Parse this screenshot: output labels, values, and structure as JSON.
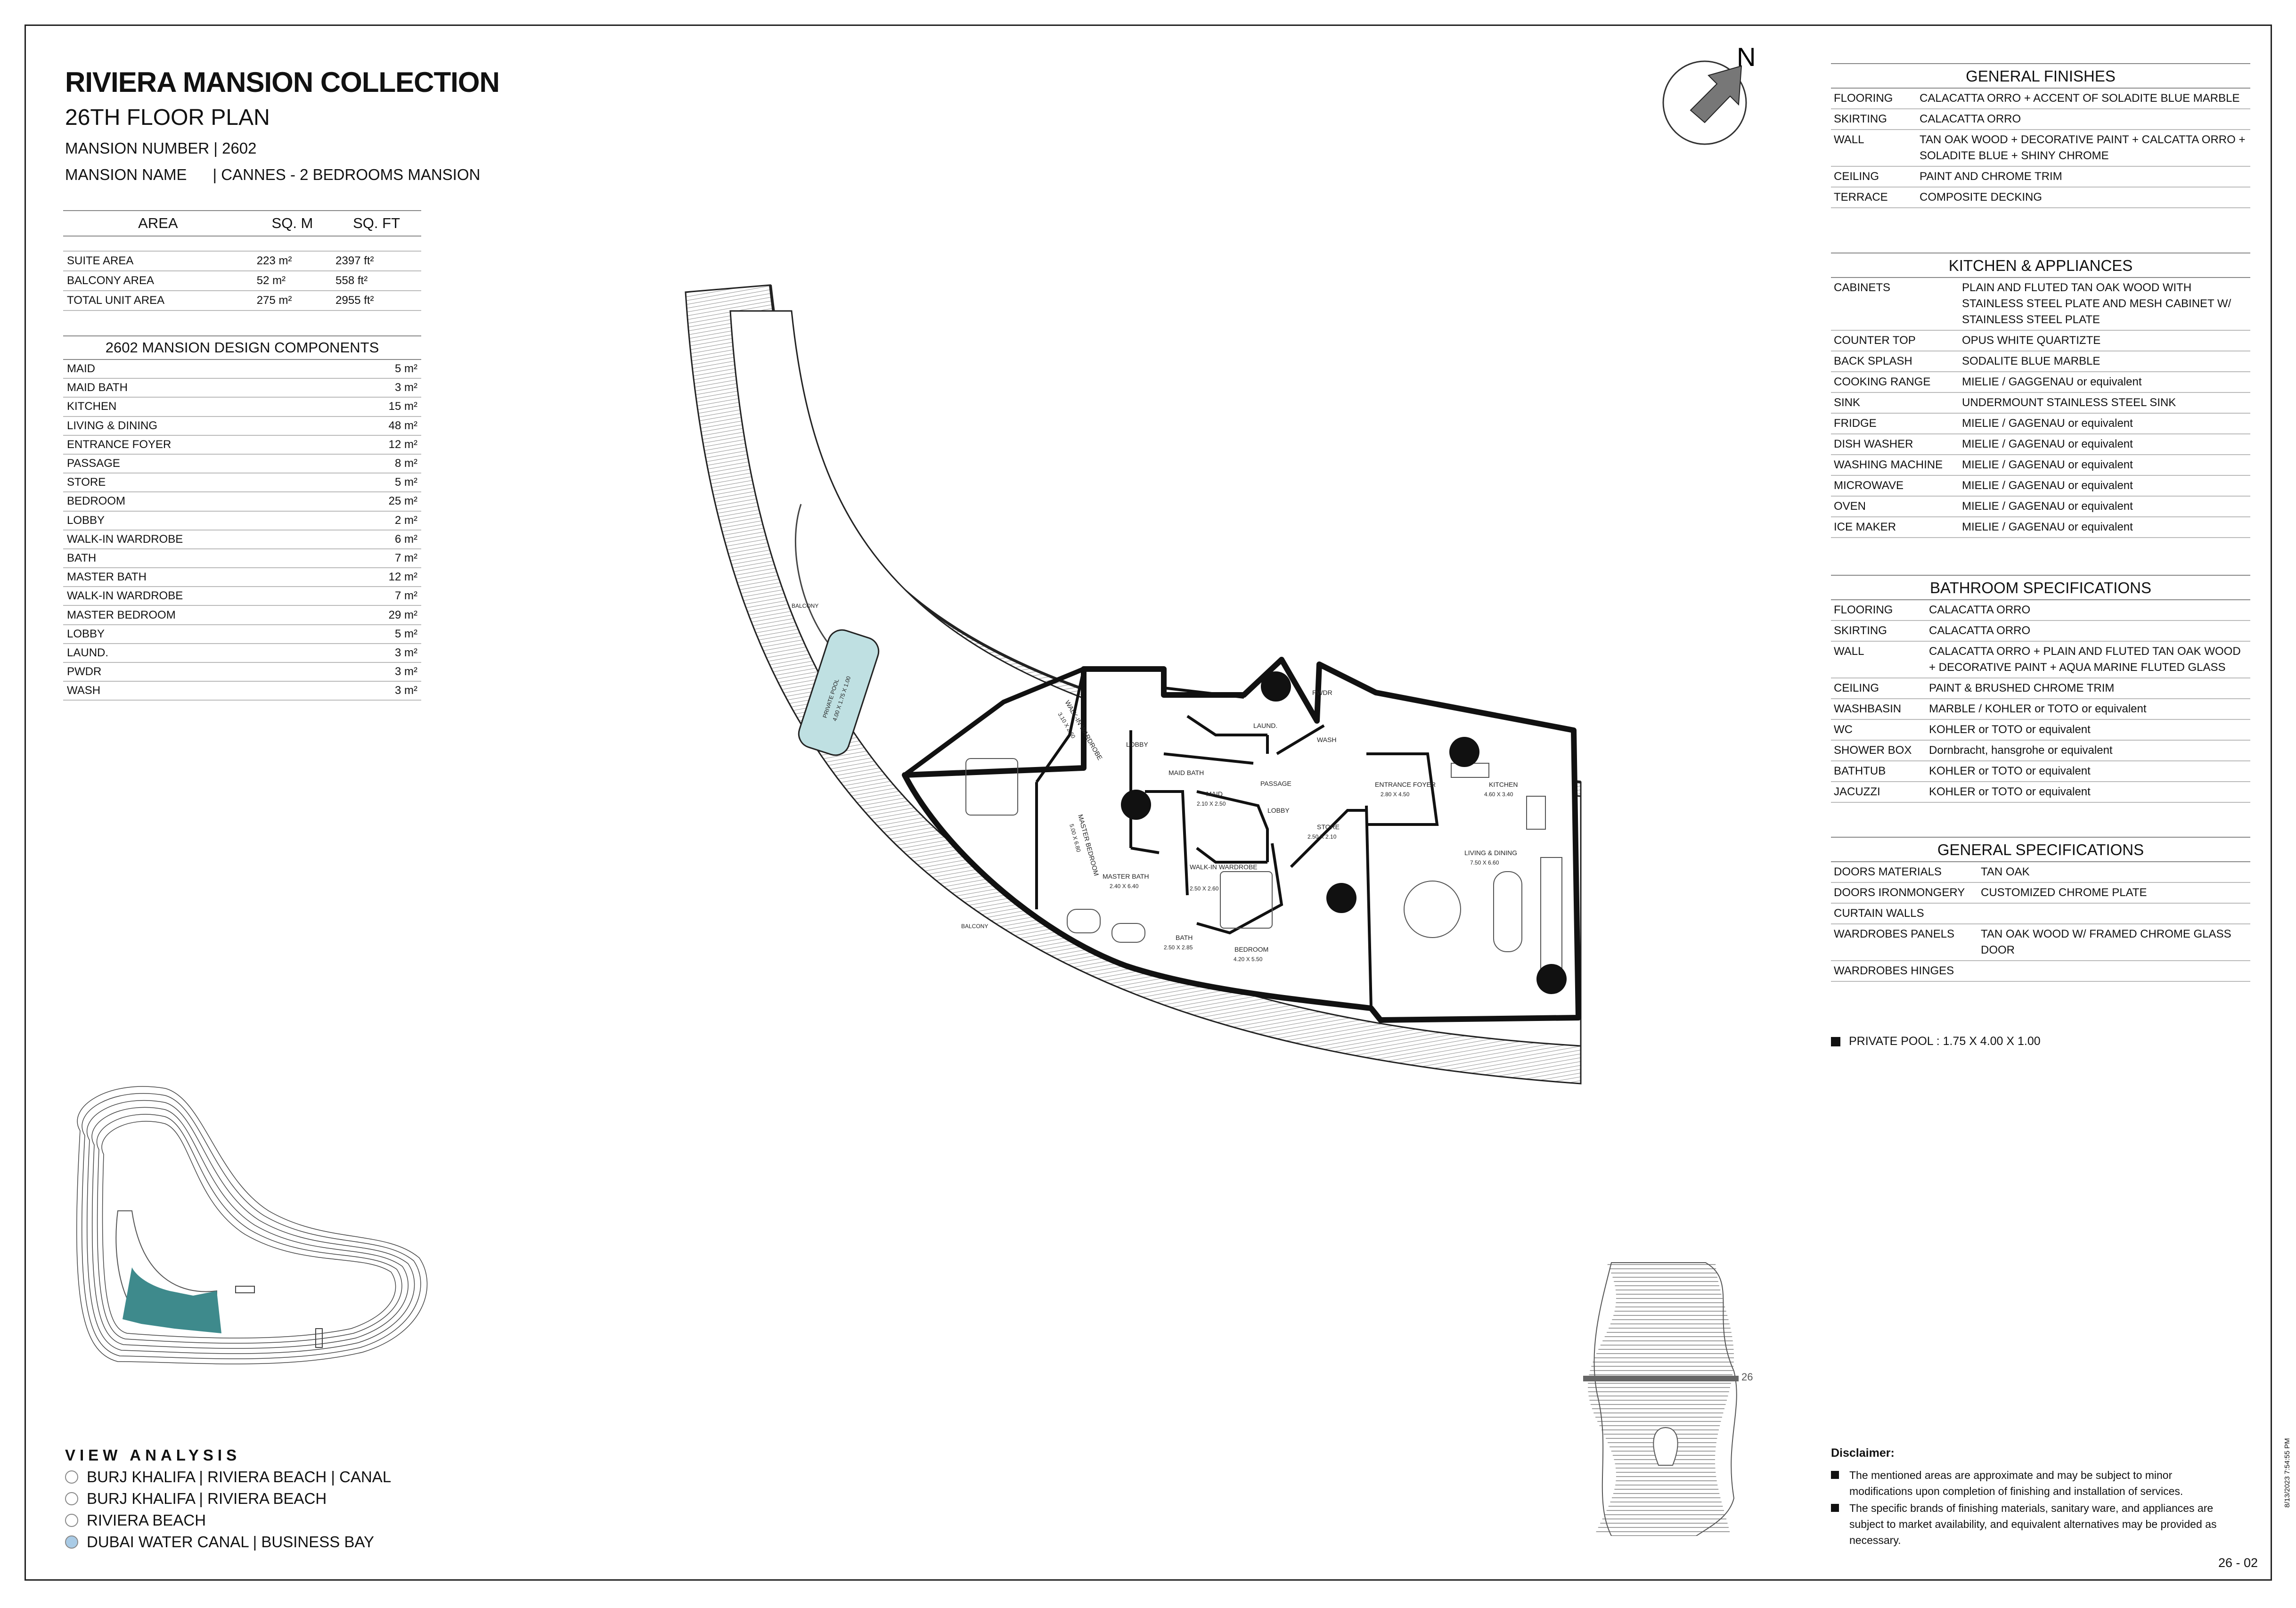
{
  "header": {
    "title": "RIVIERA MANSION COLLECTION",
    "floor": "26TH FLOOR PLAN",
    "mansion_number": "MANSION NUMBER | 2602",
    "mansion_name": "MANSION NAME      | CANNES - 2 BEDROOMS MANSION"
  },
  "area_table": {
    "headers": [
      "AREA",
      "SQ. M",
      "SQ. FT"
    ],
    "rows": [
      {
        "label": "SUITE AREA",
        "sqm": "223 m²",
        "sqft": "2397 ft²"
      },
      {
        "label": "BALCONY AREA",
        "sqm": "52 m²",
        "sqft": "558 ft²"
      },
      {
        "label": "TOTAL UNIT AREA",
        "sqm": "275 m²",
        "sqft": "2955 ft²"
      }
    ]
  },
  "components": {
    "title": "2602 MANSION DESIGN COMPONENTS",
    "rows": [
      {
        "label": "MAID",
        "value": "5 m²"
      },
      {
        "label": "MAID BATH",
        "value": "3 m²"
      },
      {
        "label": "KITCHEN",
        "value": "15 m²"
      },
      {
        "label": "LIVING & DINING",
        "value": "48 m²"
      },
      {
        "label": "ENTRANCE FOYER",
        "value": "12 m²"
      },
      {
        "label": "PASSAGE",
        "value": "8 m²"
      },
      {
        "label": "STORE",
        "value": "5 m²"
      },
      {
        "label": "BEDROOM",
        "value": "25 m²"
      },
      {
        "label": "LOBBY",
        "value": "2 m²"
      },
      {
        "label": "WALK-IN WARDROBE",
        "value": "6 m²"
      },
      {
        "label": "BATH",
        "value": "7 m²"
      },
      {
        "label": "MASTER BATH",
        "value": "12 m²"
      },
      {
        "label": "WALK-IN WARDROBE",
        "value": "7 m²"
      },
      {
        "label": "MASTER BEDROOM",
        "value": "29 m²"
      },
      {
        "label": "LOBBY",
        "value": "5 m²"
      },
      {
        "label": "LAUND.",
        "value": "3 m²"
      },
      {
        "label": "PWDR",
        "value": "3 m²"
      },
      {
        "label": "WASH",
        "value": "3 m²"
      }
    ]
  },
  "general_finishes": {
    "title": "GENERAL FINISHES",
    "rows": [
      {
        "k": "FLOORING",
        "v": "CALACATTA ORRO + ACCENT OF SOLADITE BLUE MARBLE"
      },
      {
        "k": "SKIRTING",
        "v": "CALACATTA ORRO"
      },
      {
        "k": "WALL",
        "v": "TAN OAK WOOD + DECORATIVE PAINT + CALCATTA ORRO + SOLADITE BLUE + SHINY CHROME"
      },
      {
        "k": "CEILING",
        "v": "PAINT AND CHROME TRIM"
      },
      {
        "k": "TERRACE",
        "v": "COMPOSITE DECKING"
      }
    ]
  },
  "kitchen": {
    "title": "KITCHEN & APPLIANCES",
    "rows": [
      {
        "k": "CABINETS",
        "v": "PLAIN AND FLUTED TAN OAK WOOD WITH STAINLESS STEEL PLATE AND MESH CABINET W/ STAINLESS STEEL PLATE"
      },
      {
        "k": "COUNTER TOP",
        "v": "OPUS WHITE QUARTIZTE"
      },
      {
        "k": "BACK SPLASH",
        "v": "SODALITE BLUE MARBLE"
      },
      {
        "k": "COOKING RANGE",
        "v": "MIELIE / GAGGENAU or equivalent"
      },
      {
        "k": "SINK",
        "v": "UNDERMOUNT STAINLESS STEEL SINK"
      },
      {
        "k": "FRIDGE",
        "v": "MIELIE / GAGENAU or equivalent"
      },
      {
        "k": "DISH WASHER",
        "v": "MIELIE / GAGENAU or equivalent"
      },
      {
        "k": "WASHING MACHINE",
        "v": "MIELIE / GAGENAU or equivalent"
      },
      {
        "k": "MICROWAVE",
        "v": "MIELIE / GAGENAU or equivalent"
      },
      {
        "k": "OVEN",
        "v": "MIELIE / GAGENAU or equivalent"
      },
      {
        "k": "ICE MAKER",
        "v": "MIELIE / GAGENAU or equivalent"
      }
    ]
  },
  "bathroom": {
    "title": "BATHROOM SPECIFICATIONS",
    "rows": [
      {
        "k": "FLOORING",
        "v": "CALACATTA ORRO"
      },
      {
        "k": "SKIRTING",
        "v": "CALACATTA ORRO"
      },
      {
        "k": "WALL",
        "v": "CALACATTA ORRO + PLAIN AND FLUTED TAN OAK WOOD + DECORATIVE PAINT + AQUA MARINE FLUTED GLASS"
      },
      {
        "k": "CEILING",
        "v": "PAINT & BRUSHED CHROME TRIM"
      },
      {
        "k": "WASHBASIN",
        "v": "MARBLE / KOHLER or TOTO or equivalent"
      },
      {
        "k": "WC",
        "v": "KOHLER or TOTO or equivalent"
      },
      {
        "k": "SHOWER BOX",
        "v": "Dornbracht, hansgrohe or equivalent"
      },
      {
        "k": "BATHTUB",
        "v": "KOHLER or TOTO or equivalent"
      },
      {
        "k": "JACUZZI",
        "v": "KOHLER or TOTO or equivalent"
      }
    ]
  },
  "general_specs": {
    "title": "GENERAL SPECIFICATIONS",
    "rows": [
      {
        "k": "DOORS MATERIALS",
        "v": "TAN OAK"
      },
      {
        "k": "DOORS IRONMONGERY",
        "v": "CUSTOMIZED CHROME PLATE"
      },
      {
        "k": "CURTAIN WALLS",
        "v": ""
      },
      {
        "k": "WARDROBES PANELS",
        "v": "TAN OAK WOOD W/ FRAMED CHROME GLASS DOOR"
      },
      {
        "k": "WARDROBES HINGES",
        "v": ""
      }
    ]
  },
  "pool_note": "PRIVATE POOL :  1.75 X 4.00 X 1.00",
  "north_label": "N",
  "plan_labels": {
    "balcony_top": "BALCONY",
    "balcony_bottom": "BALCONY",
    "pool": "PRIVATE POOL",
    "pool_dim": "4.00 X 1.75 X 1.00",
    "walkin1": "WALK-IN WARDROBE",
    "walkin1_dim": "3.10 X 2.60",
    "lobby1": "LOBBY",
    "maid_bath": "MAID BATH",
    "maid": "MAID",
    "maid_dim": "2.10 X 2.50",
    "master_bedroom": "MASTER BEDROOM",
    "master_bedroom_dim": "5.00 X 6.80",
    "master_bath": "MASTER BATH",
    "master_bath_dim": "2.40 X 6.40",
    "walkin2": "WALK-IN WARDROBE",
    "walkin2_dim": "2.50 X 2.60",
    "bath": "BATH",
    "bath_dim": "2.50 X 2.85",
    "bedroom": "BEDROOM",
    "bedroom_dim": "4.20 X 5.50",
    "lobby2": "LOBBY",
    "store": "STORE",
    "store_dim": "2.50 X 2.10",
    "passage": "PASSAGE",
    "pwdr": "PWDR",
    "laund": "LAUND.",
    "wash": "WASH",
    "entrance": "ENTRANCE FOYER",
    "entrance_dim": "2.80 X 4.50",
    "kitchen": "KITCHEN",
    "kitchen_dim": "4.60 X 3.40",
    "living": "LIVING & DINING",
    "living_dim": "7.50 X 6.60"
  },
  "elevation_label": "26",
  "view_analysis": {
    "title": "VIEW ANALYSIS",
    "items": [
      {
        "label": "BURJ KHALIFA | RIVIERA BEACH | CANAL",
        "selected": false
      },
      {
        "label": "BURJ KHALIFA | RIVIERA BEACH",
        "selected": false
      },
      {
        "label": "RIVIERA BEACH",
        "selected": false
      },
      {
        "label": "DUBAI WATER CANAL | BUSINESS BAY",
        "selected": true
      }
    ],
    "selected_color": "#a9cbe6"
  },
  "disclaimer": {
    "title": "Disclaimer:",
    "items": [
      "The mentioned areas are approximate and may be subject to minor modifications  upon completion of finishing and installation of services.",
      "The specific brands of finishing materials, sanitary ware, and appliances are subject to market availability, and equivalent alternatives may be provided as necessary."
    ]
  },
  "page_number": "26 - 02",
  "date_stamp": "8/13/2023 7:54:55 PM",
  "colors": {
    "unit_highlight": "#3e8a8c",
    "pool": "#bfe0e2"
  }
}
